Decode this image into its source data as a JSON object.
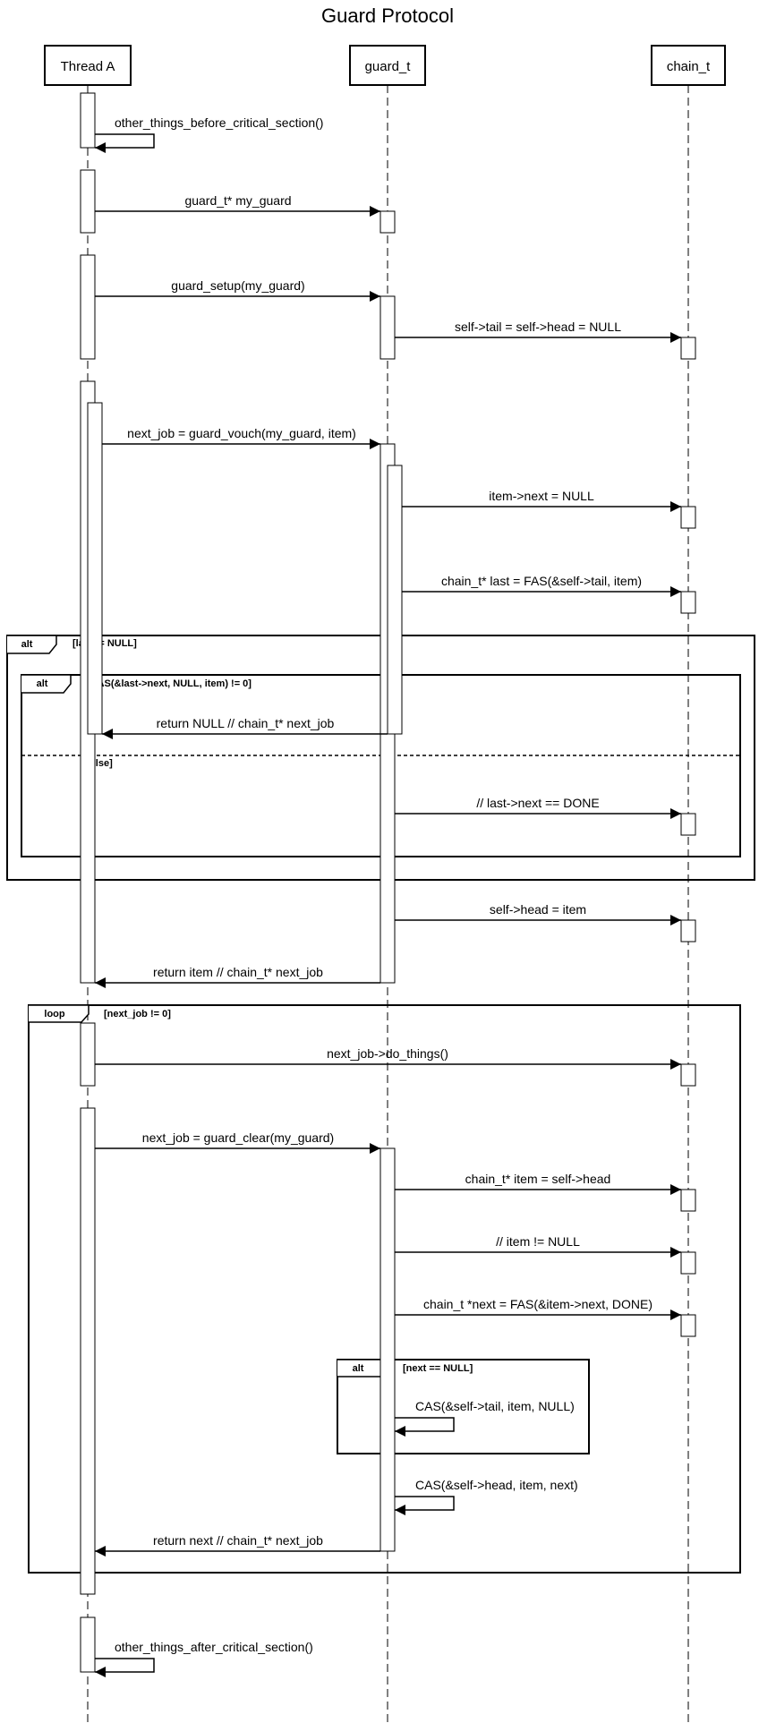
{
  "title": "Guard Protocol",
  "actors": [
    {
      "id": "threadA",
      "label": "Thread A"
    },
    {
      "id": "guard",
      "label": "guard_t"
    },
    {
      "id": "chain",
      "label": "chain_t"
    }
  ],
  "messages": [
    {
      "id": "m1",
      "label": "other_things_before_critical_section()"
    },
    {
      "id": "m2",
      "label": "guard_t* my_guard"
    },
    {
      "id": "m3",
      "label": "guard_setup(my_guard)"
    },
    {
      "id": "m4",
      "label": "self->tail = self->head = NULL"
    },
    {
      "id": "m5",
      "label": "next_job = guard_vouch(my_guard, item)"
    },
    {
      "id": "m6",
      "label": "item->next = NULL"
    },
    {
      "id": "m7",
      "label": "chain_t* last = FAS(&self->tail, item)"
    },
    {
      "id": "m8",
      "label": "return NULL // chain_t* next_job"
    },
    {
      "id": "m9",
      "label": "// last->next == DONE"
    },
    {
      "id": "m10",
      "label": "self->head = item"
    },
    {
      "id": "m11",
      "label": "return item // chain_t* next_job"
    },
    {
      "id": "m12",
      "label": "next_job->do_things()"
    },
    {
      "id": "m13",
      "label": "next_job = guard_clear(my_guard)"
    },
    {
      "id": "m14",
      "label": "chain_t* item = self->head"
    },
    {
      "id": "m15",
      "label": "// item != NULL"
    },
    {
      "id": "m16",
      "label": "chain_t *next = FAS(&item->next, DONE)"
    },
    {
      "id": "m17",
      "label": "CAS(&self->tail, item, NULL)"
    },
    {
      "id": "m18",
      "label": "CAS(&self->head, item, next)"
    },
    {
      "id": "m19",
      "label": "return next  // chain_t* next_job"
    },
    {
      "id": "m20",
      "label": "other_things_after_critical_section()"
    }
  ],
  "frames": [
    {
      "id": "f1",
      "type": "alt",
      "condition": "[last != NULL]"
    },
    {
      "id": "f2",
      "type": "alt",
      "condition": "[CAS(&last->next, NULL, item) != 0]",
      "else": "[else]"
    },
    {
      "id": "f3",
      "type": "loop",
      "condition": "[next_job != 0]"
    },
    {
      "id": "f4",
      "type": "alt",
      "condition": "[next == NULL]"
    }
  ]
}
